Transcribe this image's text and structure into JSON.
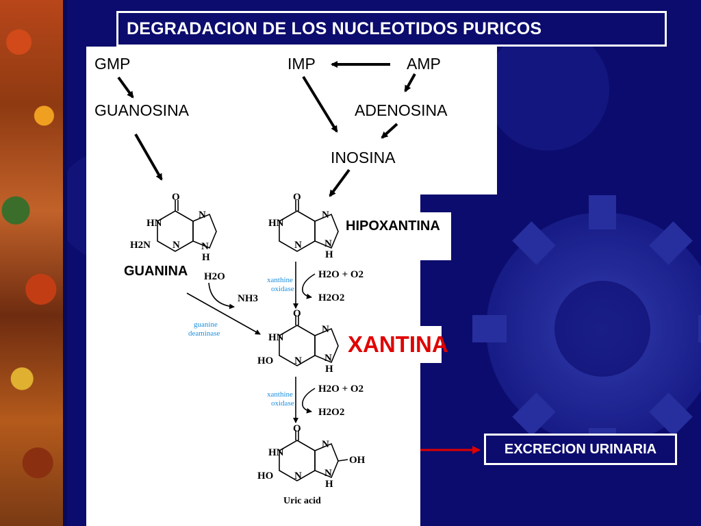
{
  "title": "DEGRADACION DE LOS NUCLEOTIDOS PURICOS",
  "top_labels": {
    "gmp": "GMP",
    "imp": "IMP",
    "amp": "AMP",
    "guanosina": "GUANOSINA",
    "adenosina": "ADENOSINA",
    "inosina": "INOSINA"
  },
  "compound_labels": {
    "hipoxantina": "HIPOXANTINA",
    "guanina": "GUANINA",
    "xantina": "XANTINA"
  },
  "reagents": {
    "h2o": "H2O",
    "nh3": "NH3",
    "h2o_o2": "H2O + O2",
    "h2o2": "H2O2"
  },
  "enzymes": {
    "guanine_deaminase_1": "guanine",
    "guanine_deaminase_2": "deaminase",
    "xanthine_oxidase_1": "xanthine",
    "xanthine_oxidase_2": "oxidase"
  },
  "atoms": {
    "O": "O",
    "HN": "HN",
    "N": "N",
    "H": "H",
    "H2N": "H2N",
    "HO": "HO",
    "OH": "OH"
  },
  "uric_acid_caption": "Uric acid",
  "excrecion": "EXCRECION URINARIA",
  "colors": {
    "background": "#0c0c6e",
    "xantina_text": "#e00000",
    "enzyme_text": "#1a8fe0",
    "excretion_arrow": "#e00000"
  }
}
